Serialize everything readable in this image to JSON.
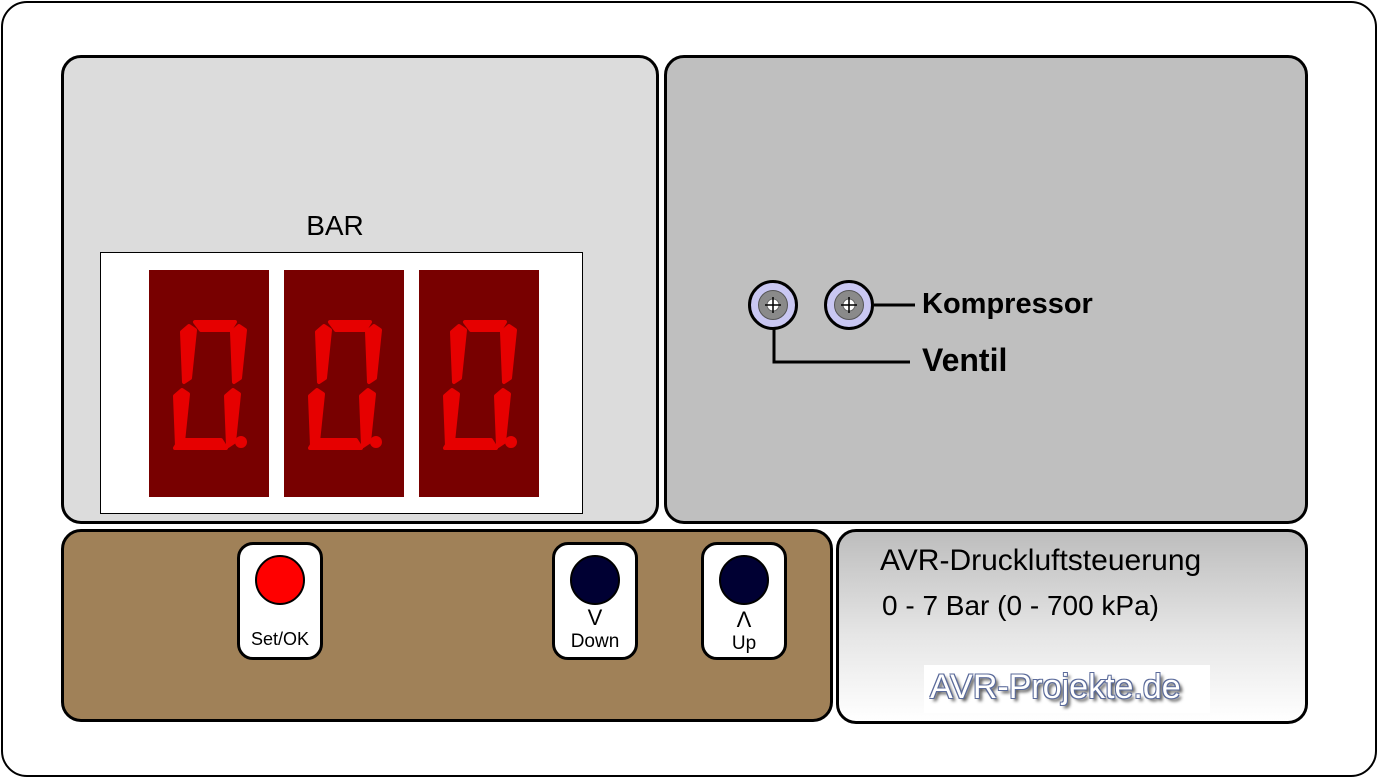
{
  "display": {
    "unit_label": "BAR",
    "digits": [
      {
        "name": "digit-1",
        "segments": "0",
        "dot": true
      },
      {
        "name": "digit-2",
        "segments": "0",
        "dot": true
      },
      {
        "name": "digit-3",
        "segments": "0",
        "dot": true
      }
    ],
    "segment_color": "#e60000",
    "digit_bg": "#780000"
  },
  "indicators": {
    "ventil_label": "Ventil",
    "kompressor_label": "Kompressor",
    "led_color": "#c9c7f2"
  },
  "controls": {
    "set_ok": {
      "label": "Set/OK",
      "color": "#ff0000"
    },
    "down": {
      "arrow": "V",
      "label": "Down",
      "color": "#000033"
    },
    "up": {
      "arrow": "Λ",
      "label": "Up",
      "color": "#000033"
    }
  },
  "info": {
    "title": "AVR-Druckluftsteuerung",
    "range": "0 - 7 Bar (0 - 700 kPa)",
    "site": "AVR-Projekte.de"
  }
}
